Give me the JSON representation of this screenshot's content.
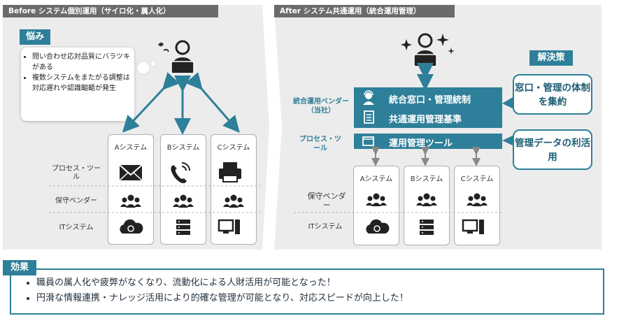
{
  "before": {
    "header": "Before システム個別運用（サイロ化・属人化）",
    "worry_tag": "悩み",
    "worries": [
      "問い合わせ応対品質にバラツキがある",
      "複数システムをまたがる調整は対応遅れや認識齟齬が発生"
    ],
    "systems": [
      "Aシステム",
      "Bシステム",
      "Cシステム"
    ],
    "rows": [
      "プロセス・ツール",
      "保守ベンダー",
      "ITシステム"
    ]
  },
  "after": {
    "header": "After システム共通運用（統合運用管理）",
    "solution_tag": "解決策",
    "vendor_label": "統合運用ベンダー（当社）",
    "process_label": "プロセス・ツール",
    "integrated_items": [
      "統合窓口・管理統制",
      "共通運用管理基準"
    ],
    "tool_label": "運用管理ツール",
    "callouts": [
      "窓口・管理の体制を集約",
      "管理データの利活用"
    ],
    "systems": [
      "Aシステム",
      "Bシステム",
      "Cシステム"
    ],
    "rows": [
      "保守ベンダー",
      "ITシステム"
    ]
  },
  "effects": {
    "tag": "効果",
    "items": [
      "職員の属人化や疲弊がなくなり、流動化による人財活用が可能となった！",
      "円滑な情報連携・ナレッジ活用により的確な管理が可能となり、対応スピードが向上した！"
    ]
  },
  "colors": {
    "accent": "#2e7f99",
    "panel_bg": "#ececec",
    "header_bg": "#6b6b6b"
  }
}
